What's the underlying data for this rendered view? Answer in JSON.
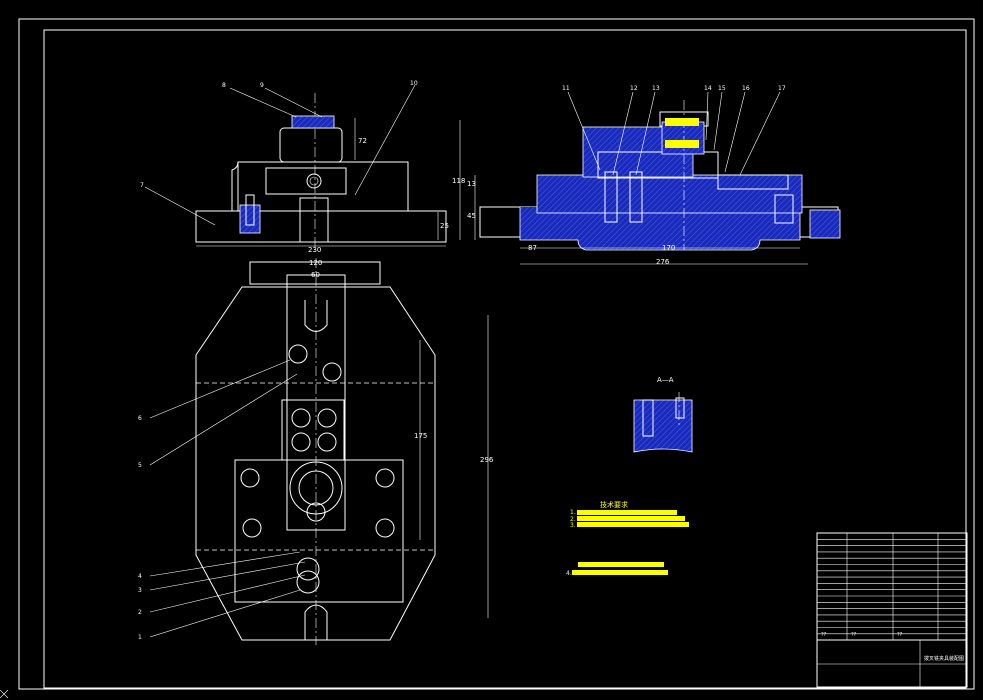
{
  "colors": {
    "background": "#000000",
    "lines": "#ffffff",
    "section_fill": "#1a2bb8",
    "highlight": "#ffff00"
  },
  "front_view": {
    "balloons": [
      "8",
      "9",
      "10",
      "7"
    ],
    "dimensions": [
      "72",
      "118",
      "25",
      "230"
    ]
  },
  "side_view": {
    "balloons": [
      "11",
      "12",
      "13",
      "14",
      "15",
      "16",
      "17"
    ],
    "dimensions": [
      "13",
      "45",
      "87",
      "170",
      "276"
    ]
  },
  "top_view": {
    "balloons": [
      "6",
      "5",
      "4",
      "3",
      "2",
      "1"
    ],
    "dimensions": [
      "120",
      "60",
      "175",
      "296"
    ]
  },
  "section": {
    "label": "A—A"
  },
  "notes": {
    "title": "技术要求",
    "items": [
      "1.",
      "2.",
      "3."
    ],
    "lower_items": [
      "4."
    ]
  },
  "title_block": {
    "qq": [
      "??",
      "??",
      "??"
    ],
    "drawing_name": "拨叉铣夹具装配图"
  }
}
